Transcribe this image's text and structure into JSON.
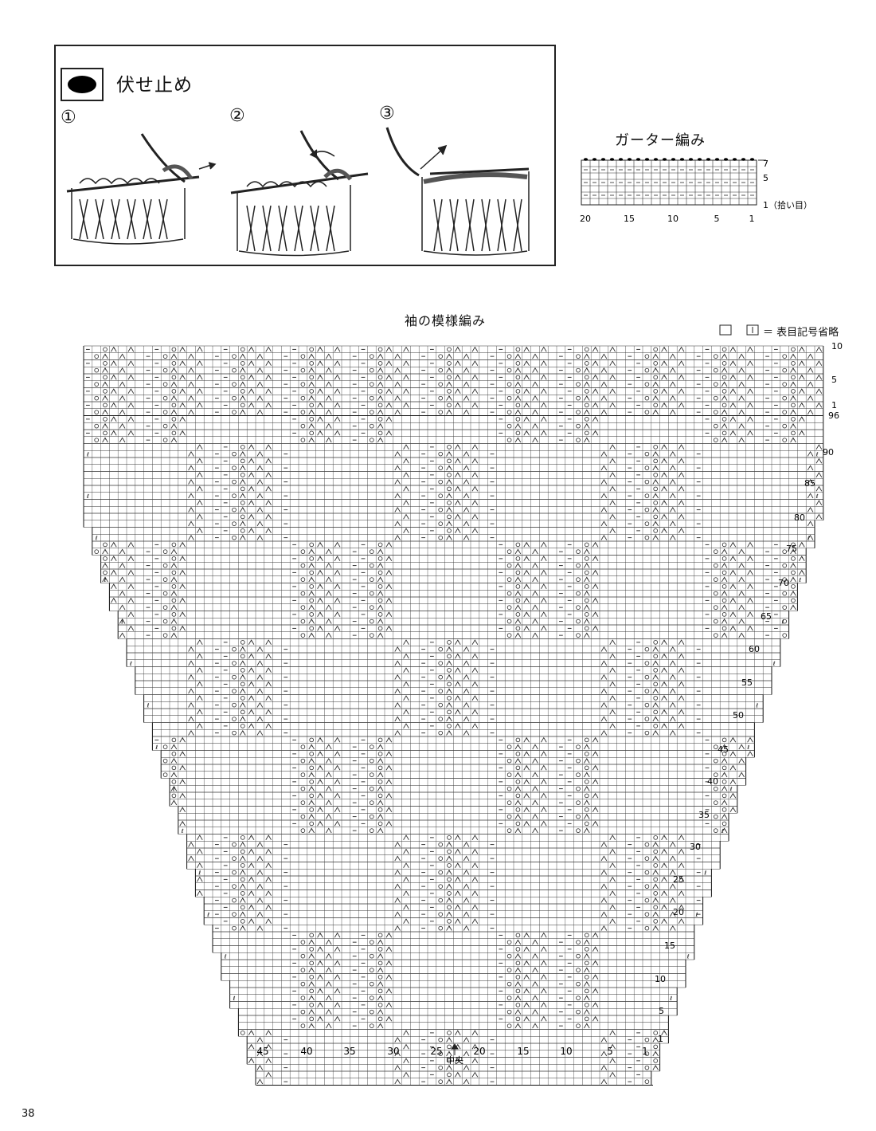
{
  "page": {
    "number": "38"
  },
  "bind_off": {
    "title": "伏せ止め",
    "steps": [
      "①",
      "②",
      "③"
    ],
    "symbol_color": "#000000"
  },
  "garter": {
    "title": "ガーター編み",
    "row_labels": [
      "7",
      "5",
      "1（拾い目）"
    ],
    "col_labels": [
      "20",
      "15",
      "10",
      "5",
      "1"
    ]
  },
  "sleeve": {
    "title": "袖の模様編み",
    "legend": "＝ 表目記号省略",
    "center_label": "中央",
    "top_row_labels": [
      "10",
      "5",
      "1"
    ],
    "row_labels": [
      "96",
      "90",
      "85",
      "80",
      "75",
      "70",
      "65",
      "60",
      "55",
      "50",
      "45",
      "40",
      "35",
      "30",
      "25",
      "20",
      "15",
      "10",
      "5",
      "1"
    ],
    "col_labels": [
      "45",
      "40",
      "35",
      "30",
      "25",
      "20",
      "15",
      "10",
      "5",
      "1"
    ],
    "symbols": {
      "yarn_over": "○",
      "left_decrease": "⋌",
      "right_decrease": "⋋",
      "purl": "－",
      "twisted": "ℓ"
    }
  }
}
